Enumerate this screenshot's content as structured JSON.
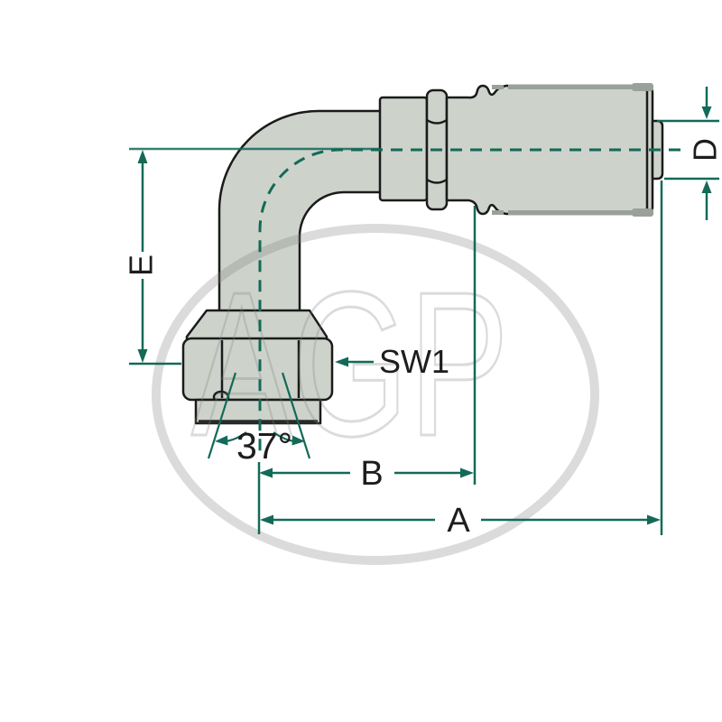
{
  "page": {
    "description": "Technical dimension drawing of a 90 degree elbow hose fitting with JIC 37 degree flare swivel nut",
    "background": "#ffffff"
  },
  "watermark": {
    "text": "AGP"
  },
  "dimensions": {
    "e_label": "E",
    "d_label": "D",
    "sw1_label": "SW1",
    "angle_label": "37°",
    "b_label": "B",
    "a_label": "A"
  },
  "colors": {
    "dimension_line": "#136a58",
    "outline": "#1b1b1b",
    "body_fill": "#cdd3cb",
    "shading": "#9aa09a",
    "watermark": "#dadada",
    "label_text": "#1d1d1d"
  }
}
